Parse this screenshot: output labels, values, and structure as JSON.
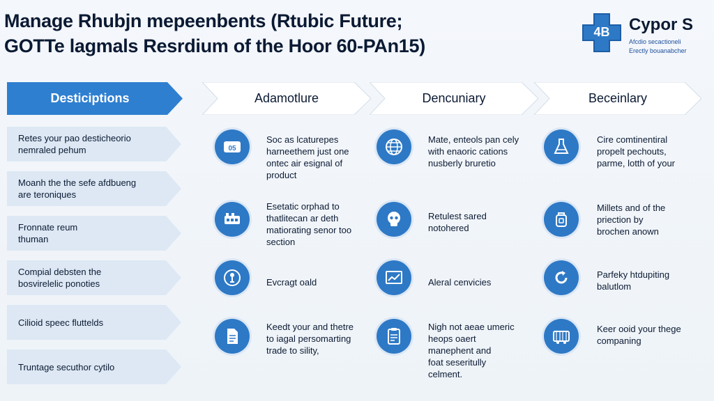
{
  "title": {
    "line1": "Manage Rhubjn mepeenbents (Rtubic Future;",
    "line2": "GOTTe lagmals Resrdium of the Hoor 60-PAn15)"
  },
  "brand": {
    "logo_text": "4B",
    "name": "Cypor S",
    "sub_line1": "Afcdio secactioneli",
    "sub_line2": "Erectly bouanabcher"
  },
  "left_column": {
    "header": "Desticiptions",
    "items": [
      "Retes your pao desticheorio\nnemraled pehum",
      "Moanh the the sefe afdbueng\nare teroniques",
      "Fronnate reum\nthuman",
      "Compial debsten the\nbosvirelelic ponoties",
      "Cilioid speec fluttelds",
      "Truntage secuthor cytilo"
    ]
  },
  "columns": [
    {
      "header": "Adamotlure",
      "cells": [
        {
          "icon": "ticket-icon",
          "text": "Soc as lcaturepes\nharneethem just one\nontec air esignal of\nproduct"
        },
        {
          "icon": "factory-icon",
          "text": "Esetatic orphad to\nthatlitecan ar deth\nmatiorating senor too\nsection"
        },
        {
          "icon": "person-pin-icon",
          "text": "Evcragt oald"
        },
        {
          "icon": "document-icon",
          "text": "Keedt your and thetre\nto iagal persomarting\ntrade to sility,"
        }
      ]
    },
    {
      "header": "Dencuniary",
      "cells": [
        {
          "icon": "globe-icon",
          "text": "Mate, enteols pan cely\nwith enaoric cations\nnusberly bruretio"
        },
        {
          "icon": "skull-icon",
          "text": "Retulest sared\nnotohered"
        },
        {
          "icon": "chart-icon",
          "text": "Aleral cenvicies"
        },
        {
          "icon": "clipboard-icon",
          "text": "Nigh not aeae umeric\nheops oaert\nmanephent and\nfoat seseritully\ncelment."
        }
      ]
    },
    {
      "header": "Beceinlary",
      "cells": [
        {
          "icon": "flask-icon",
          "text": "Cire comtinentiral\npropelt pechouts,\nparme, lotth of your"
        },
        {
          "icon": "bag-icon",
          "text": "Millets and of the\npriection by\nbrochen anown"
        },
        {
          "icon": "refresh-icon",
          "text": "Parfeky htdupiting\nbalutlom"
        },
        {
          "icon": "truck-icon",
          "text": "Keer ooid your thege\ncompaning"
        }
      ]
    }
  ],
  "colors": {
    "accent": "#2e79c6",
    "header_blue": "#2f7fd0",
    "arrow_light": "#dde8f4",
    "text_dark": "#0b1a33"
  }
}
